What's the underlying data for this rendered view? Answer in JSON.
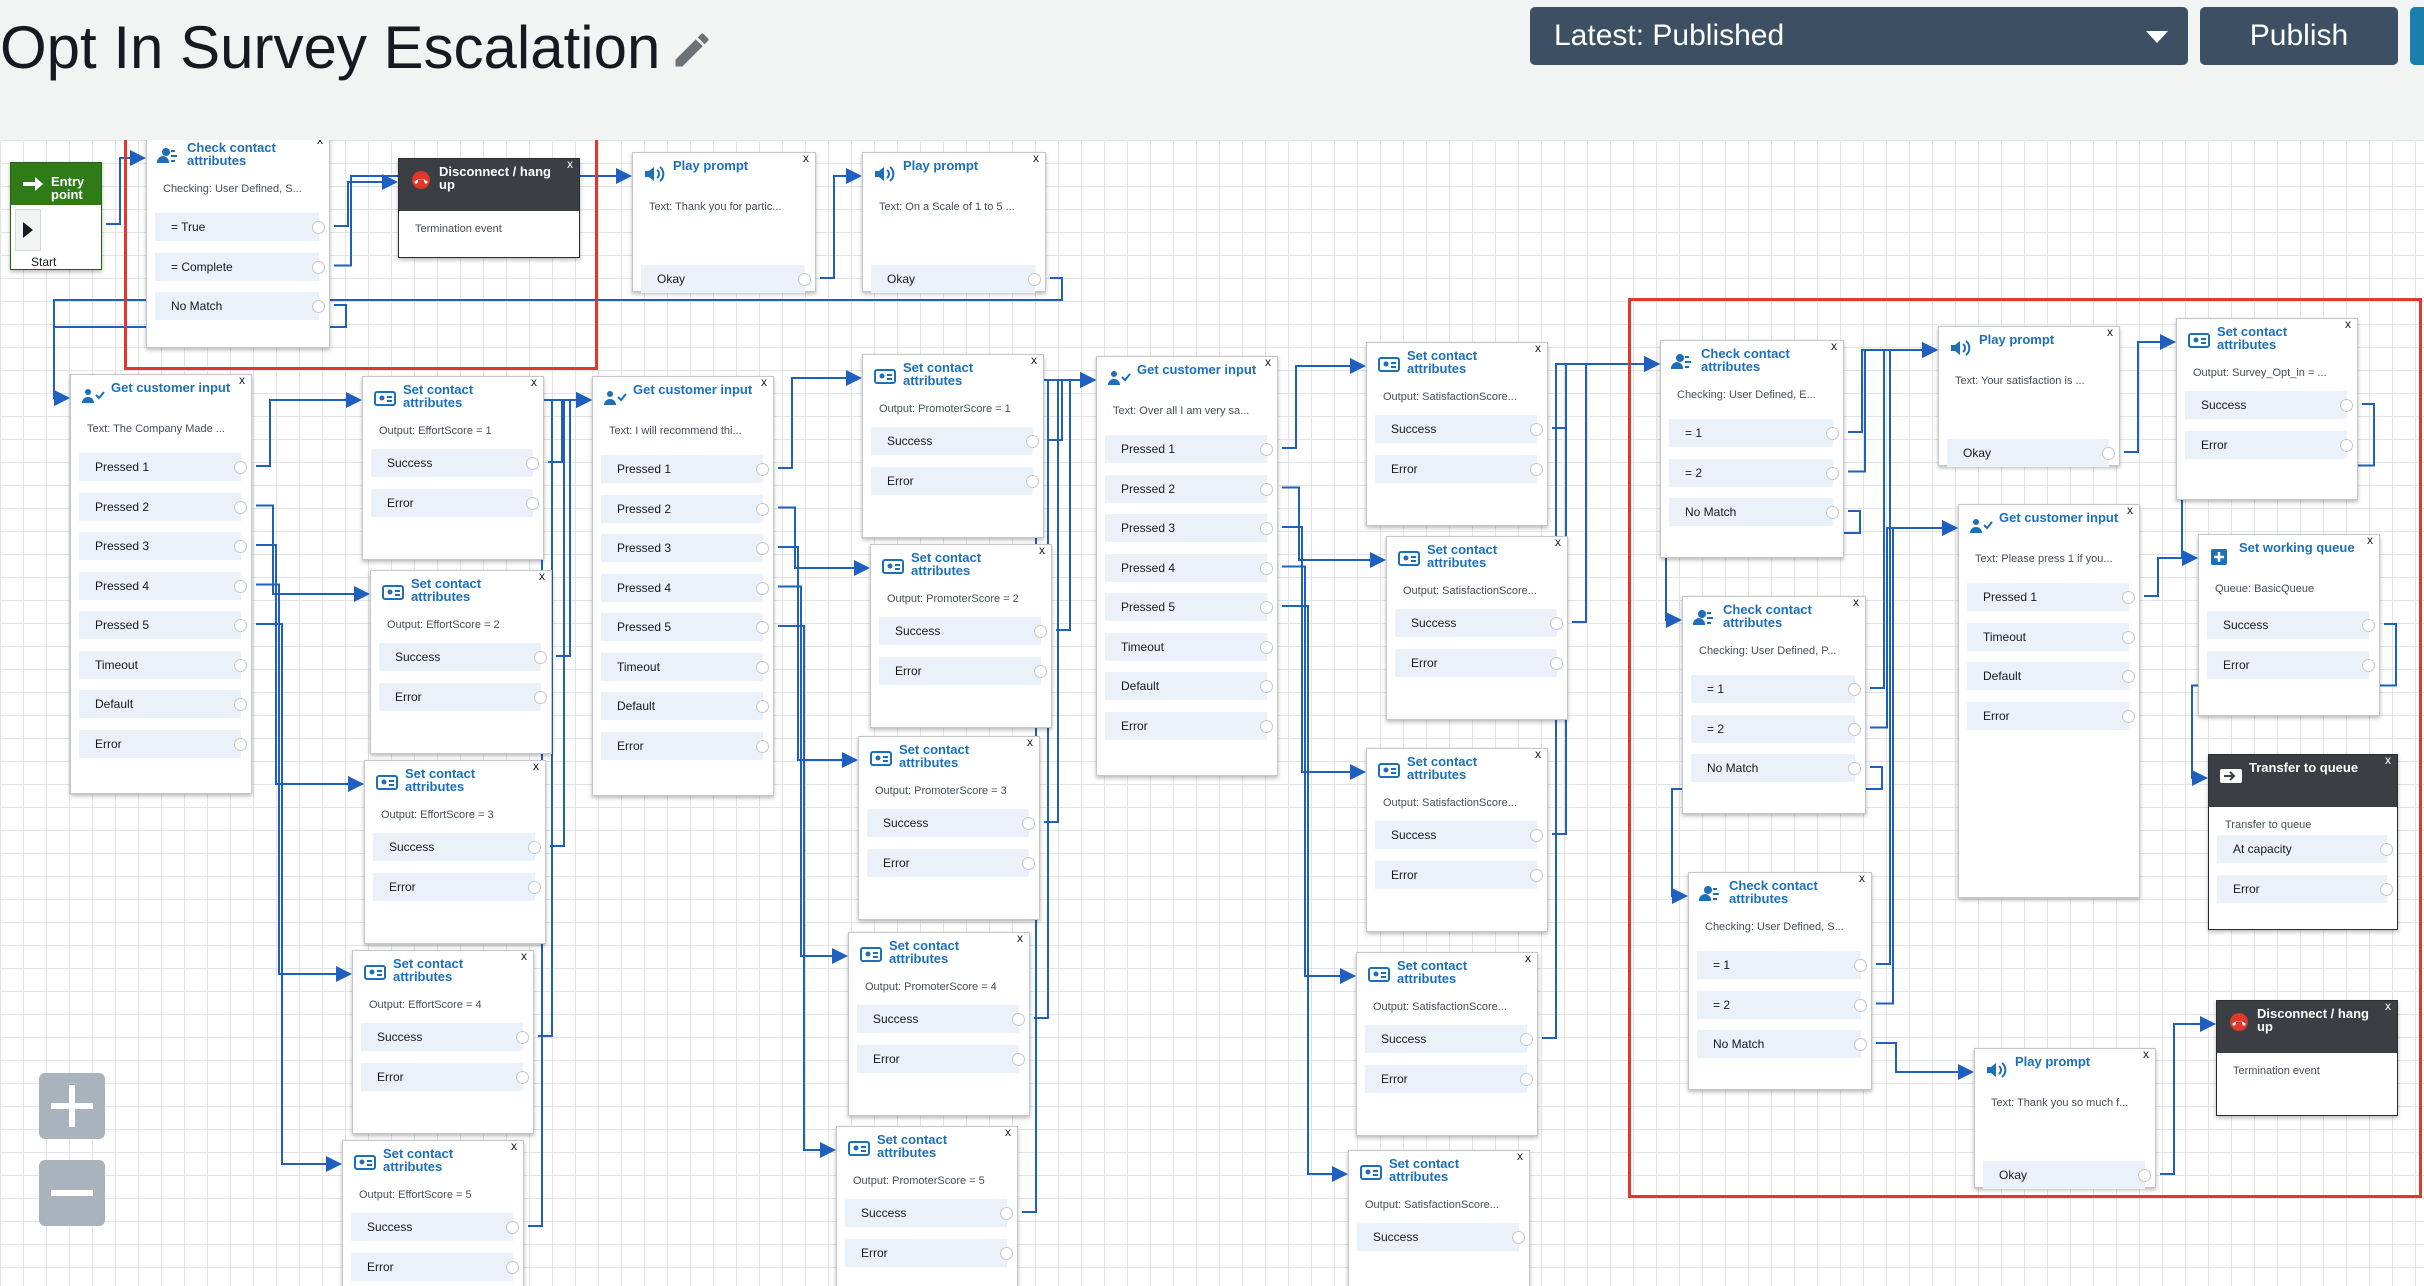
{
  "header": {
    "title": "Opt In Survey Escalation",
    "version": "Latest: Published",
    "publish_label": "Publish"
  },
  "entry": {
    "title": "Entry point",
    "row": "Start"
  },
  "blocks": [
    {
      "id": "b1",
      "type": "check",
      "title": "Check contact attributes",
      "subtitle": "Checking: User Defined, S...",
      "rows": [
        "= True",
        "= Complete",
        "No Match"
      ]
    },
    {
      "id": "b2",
      "type": "disconnect",
      "title": "Disconnect / hang up",
      "subtitle": "Termination event",
      "rows": []
    },
    {
      "id": "b3",
      "type": "prompt",
      "title": "Play prompt",
      "subtitle": "Text: Thank you for partic...",
      "rows": [
        "Okay"
      ]
    },
    {
      "id": "b4",
      "type": "prompt",
      "title": "Play prompt",
      "subtitle": "Text: On a Scale of 1 to 5 ...",
      "rows": [
        "Okay"
      ]
    },
    {
      "id": "b5",
      "type": "input",
      "title": "Get customer input",
      "subtitle": "Text: The Company Made ...",
      "rows": [
        "Pressed 1",
        "Pressed 2",
        "Pressed 3",
        "Pressed 4",
        "Pressed 5",
        "Timeout",
        "Default",
        "Error"
      ]
    },
    {
      "id": "b6",
      "type": "set",
      "title": "Set contact attributes",
      "subtitle": "Output: EffortScore = 1",
      "rows": [
        "Success",
        "Error"
      ]
    },
    {
      "id": "b7",
      "type": "set",
      "title": "Set contact attributes",
      "subtitle": "Output: EffortScore = 2",
      "rows": [
        "Success",
        "Error"
      ]
    },
    {
      "id": "b8",
      "type": "set",
      "title": "Set contact attributes",
      "subtitle": "Output: EffortScore = 3",
      "rows": [
        "Success",
        "Error"
      ]
    },
    {
      "id": "b9",
      "type": "set",
      "title": "Set contact attributes",
      "subtitle": "Output: EffortScore = 4",
      "rows": [
        "Success",
        "Error"
      ]
    },
    {
      "id": "b10",
      "type": "set",
      "title": "Set contact attributes",
      "subtitle": "Output: EffortScore = 5",
      "rows": [
        "Success",
        "Error"
      ]
    },
    {
      "id": "b11",
      "type": "input",
      "title": "Get customer input",
      "subtitle": "Text: I will recommend thi...",
      "rows": [
        "Pressed 1",
        "Pressed 2",
        "Pressed 3",
        "Pressed 4",
        "Pressed 5",
        "Timeout",
        "Default",
        "Error"
      ]
    },
    {
      "id": "b12",
      "type": "set",
      "title": "Set contact attributes",
      "subtitle": "Output: PromoterScore = 1",
      "rows": [
        "Success",
        "Error"
      ]
    },
    {
      "id": "b13",
      "type": "set",
      "title": "Set contact attributes",
      "subtitle": "Output: PromoterScore = 2",
      "rows": [
        "Success",
        "Error"
      ]
    },
    {
      "id": "b14",
      "type": "set",
      "title": "Set contact attributes",
      "subtitle": "Output: PromoterScore = 3",
      "rows": [
        "Success",
        "Error"
      ]
    },
    {
      "id": "b15",
      "type": "set",
      "title": "Set contact attributes",
      "subtitle": "Output: PromoterScore = 4",
      "rows": [
        "Success",
        "Error"
      ]
    },
    {
      "id": "b16",
      "type": "set",
      "title": "Set contact attributes",
      "subtitle": "Output: PromoterScore = 5",
      "rows": [
        "Success",
        "Error"
      ]
    },
    {
      "id": "b17",
      "type": "input",
      "title": "Get customer input",
      "subtitle": "Text: Over all I am very sa...",
      "rows": [
        "Pressed 1",
        "Pressed 2",
        "Pressed 3",
        "Pressed 4",
        "Pressed 5",
        "Timeout",
        "Default",
        "Error"
      ]
    },
    {
      "id": "b18",
      "type": "set",
      "title": "Set contact attributes",
      "subtitle": "Output: SatisfactionScore...",
      "rows": [
        "Success",
        "Error"
      ]
    },
    {
      "id": "b19",
      "type": "set",
      "title": "Set contact attributes",
      "subtitle": "Output: SatisfactionScore...",
      "rows": [
        "Success",
        "Error"
      ]
    },
    {
      "id": "b20",
      "type": "set",
      "title": "Set contact attributes",
      "subtitle": "Output: SatisfactionScore...",
      "rows": [
        "Success",
        "Error"
      ]
    },
    {
      "id": "b21",
      "type": "set",
      "title": "Set contact attributes",
      "subtitle": "Output: SatisfactionScore...",
      "rows": [
        "Success",
        "Error"
      ]
    },
    {
      "id": "b22",
      "type": "set",
      "title": "Set contact attributes",
      "subtitle": "Output: SatisfactionScore...",
      "rows": [
        "Success"
      ]
    },
    {
      "id": "b23",
      "type": "check",
      "title": "Check contact attributes",
      "subtitle": "Checking: User Defined, E...",
      "rows": [
        "= 1",
        "= 2",
        "No Match"
      ]
    },
    {
      "id": "b24",
      "type": "check",
      "title": "Check contact attributes",
      "subtitle": "Checking: User Defined, P...",
      "rows": [
        "= 1",
        "= 2",
        "No Match"
      ]
    },
    {
      "id": "b25",
      "type": "check",
      "title": "Check contact attributes",
      "subtitle": "Checking: User Defined, S...",
      "rows": [
        "= 1",
        "= 2",
        "No Match"
      ]
    },
    {
      "id": "b26",
      "type": "prompt",
      "title": "Play prompt",
      "subtitle": "Text: Your satisfaction is ...",
      "rows": [
        "Okay"
      ]
    },
    {
      "id": "b27",
      "type": "input",
      "title": "Get customer input",
      "subtitle": "Text: Please press 1 if you...",
      "rows": [
        "Pressed 1",
        "Timeout",
        "Default",
        "Error"
      ]
    },
    {
      "id": "b28",
      "type": "prompt",
      "title": "Play prompt",
      "subtitle": "Text: Thank you so much f...",
      "rows": [
        "Okay"
      ]
    },
    {
      "id": "b29",
      "type": "set",
      "title": "Set contact attributes",
      "subtitle": "Output: Survey_Opt_in = ...",
      "rows": [
        "Success",
        "Error"
      ]
    },
    {
      "id": "b30",
      "type": "queue",
      "title": "Set working queue",
      "subtitle": "Queue: BasicQueue",
      "rows": [
        "Success",
        "Error"
      ]
    },
    {
      "id": "b31",
      "type": "transfer",
      "title": "Transfer to queue",
      "subtitle": "Transfer to queue",
      "rows": [
        "At capacity",
        "Error"
      ]
    },
    {
      "id": "b32",
      "type": "disconnect",
      "title": "Disconnect / hang up",
      "subtitle": "Termination event",
      "rows": []
    }
  ],
  "colors": {
    "accent": "#1d6fb8",
    "connector": "#1f5fbf",
    "highlight": "#e0382a",
    "header_button": "#3d4f63"
  },
  "icons": {
    "edit": "pencil-icon",
    "dropdown": "caret-down-icon",
    "zoom_in": "zoom-in-icon",
    "zoom_out": "zoom-out-icon"
  }
}
